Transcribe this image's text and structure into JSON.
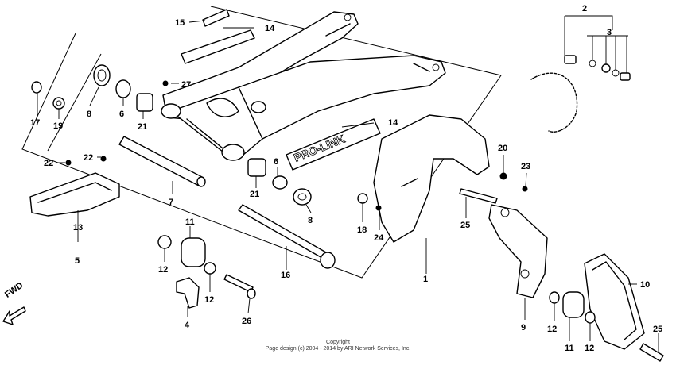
{
  "fwd_label": "FWD",
  "prolink_text": "PRO-LINK",
  "copyright": {
    "line1": "Copyright",
    "line2": "Page design (c) 2004 - 2014 by ARI Network Services, Inc."
  },
  "labels": {
    "l1": "1",
    "l2": "2",
    "l3": "3",
    "l4": "4",
    "l5": "5",
    "l6a": "6",
    "l6b": "6",
    "l7": "7",
    "l8a": "8",
    "l8b": "8",
    "l9": "9",
    "l10": "10",
    "l11a": "11",
    "l11b": "11",
    "l12a": "12",
    "l12b": "12",
    "l12c": "12",
    "l12d": "12",
    "l13": "13",
    "l14a": "14",
    "l14b": "14",
    "l15": "15",
    "l16": "16",
    "l17": "17",
    "l18": "18",
    "l19": "19",
    "l20": "20",
    "l21a": "21",
    "l21b": "21",
    "l22a": "22",
    "l22b": "22",
    "l23": "23",
    "l24": "24",
    "l25a": "25",
    "l25b": "25",
    "l26": "26",
    "l27": "27"
  }
}
